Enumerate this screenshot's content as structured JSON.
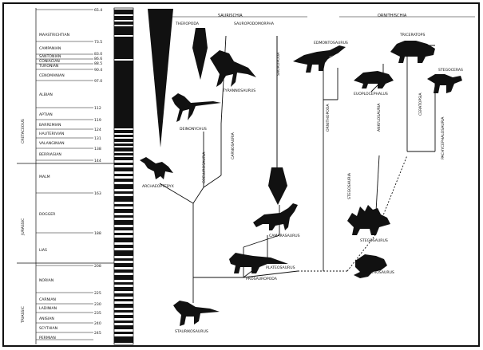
{
  "timescale": {
    "periods": [
      {
        "name": "CRETACEOUS"
      },
      {
        "name": "JURASSIC"
      },
      {
        "name": "TRIASSIC"
      }
    ],
    "stages": [
      {
        "name": "MAASTRICHTIAN"
      },
      {
        "name": "CAMPANIAN"
      },
      {
        "name": "SANTONIAN"
      },
      {
        "name": "CONIACIAN"
      },
      {
        "name": "TURONIAN"
      },
      {
        "name": "CENOMANIAN"
      },
      {
        "name": "ALBIAN"
      },
      {
        "name": "APTIAN"
      },
      {
        "name": "BARREMIAN"
      },
      {
        "name": "HAUTERIVIAN"
      },
      {
        "name": "VALANGINIAN"
      },
      {
        "name": "BERRIASIAN"
      },
      {
        "name": "MALM"
      },
      {
        "name": "DOGGER"
      },
      {
        "name": "LIAS"
      },
      {
        "name": "NORIAN"
      },
      {
        "name": "CARNIAN"
      },
      {
        "name": "LADINIAN"
      },
      {
        "name": "ANISIAN"
      },
      {
        "name": "SCYTHIAN"
      },
      {
        "name": "PERMIAN"
      }
    ],
    "ages": [
      "65.4",
      "73.5",
      "83.0",
      "86.6",
      "88.5",
      "90.4",
      "97.0",
      "112",
      "119",
      "124",
      "131",
      "138",
      "144",
      "163",
      "188",
      "208",
      "225",
      "230",
      "235",
      "240",
      "245"
    ]
  },
  "clades": {
    "saurischia": "SAURISCHIA",
    "ornithischia": "ORNITHISCHIA",
    "theropoda": "THEROPODA",
    "sauropodomorpha": "SAUROPODOMORPHA",
    "coelurosauria": "COELUROSAURIA",
    "carnosauria": "CARNOSAURIA",
    "sauropoda": "SAUROPODA",
    "prosauropoda": "PROSAUROPODA",
    "ornithopoda": "ORNITHOPODA",
    "ankylosauria": "ANKYLOSAURIA",
    "ceratopsia": "CERATOPSIA",
    "pachycephalosauria": "PACHYCEPHALOSAURIA",
    "stegosauria": "STEGOSAURIA"
  },
  "taxa": {
    "tyrannosaurus": "TYRANNOSAURUS",
    "deinonychus": "DEINONYCHUS",
    "archaeopteryx": "ARCHAEOPTERYX",
    "staurikosaurus": "STAURIKOSAURUS",
    "plateosaurus": "PLATEOSAURUS",
    "camarasaurus": "CAMARASAURUS",
    "lesothosaurus": "LESOTHOSAURUS",
    "stegosaurus": "STEGOSAURUS",
    "edmontosaurus": "EDMONTOSAURUS",
    "euoplocephalus": "EUOPLOCEPHALUS",
    "triceratops": "TRICERATOPS",
    "stegoceras": "STEGOCERAS"
  }
}
